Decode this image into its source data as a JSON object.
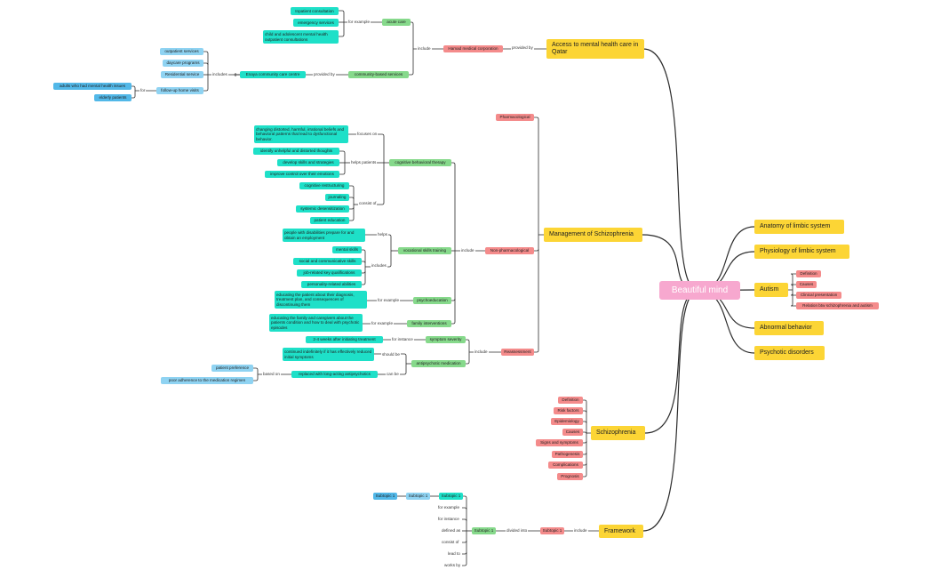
{
  "colors": {
    "edge": "#2c2c2c",
    "root": "#f7a8cf",
    "main_topic": "#fcd535",
    "red": "#f48b8b",
    "green": "#86d98b",
    "teal": "#1ee0c8",
    "light_blue": "#8fd3f2",
    "blue": "#52b8e8"
  },
  "nodes": {
    "root": "Beautiful mind",
    "access": "Access to mental health care in Qatar",
    "hamad": "Hamad medical corporation",
    "acute": "acute care",
    "inpatient": "Inpatient consultation",
    "emergency": "emergency services",
    "child": "child and adolescent mental health outpatient consultations",
    "community": "community-based services",
    "enaya": "Enaya community care centre",
    "outpatient": "outpatient services",
    "daycare": "daycare programs",
    "residential": "Residential service",
    "followup": "follow-up home visits",
    "adults": "adults who had mental health issues",
    "elderly": "elderly patients",
    "mgmt": "Management of Schizophrenia",
    "pharma": "Pharmacological",
    "nonpharma": "Non-pharmacological",
    "reassess": "Reassessment",
    "cbt": "cognitive behavioral therapy",
    "cbt_focus": "changing distorted, harmful, irrational beliefs and behavioral patterns that lead to dysfunctional behavior.",
    "identify": "identify unhelpful and distorted thoughts",
    "develop": "develop skills and strategies",
    "improve": "improve control over their emotions",
    "restructuring": "cognitive restructuring",
    "journaling": "journaling",
    "desensitization": "systemic desensitization",
    "education": "patient education",
    "vocational": "vocational skills training",
    "disab": "people with disabilities prepare for and obtain an employment",
    "mental_skills": "mental skills",
    "social": "social and communicative skills",
    "job": "job-related key qualifications",
    "personality": "personality-related abilities",
    "psychoed": "psychoeducation",
    "psychoed_ex": "educating the patient about their diagnosis, treatment plan, and consequences of discontinuing them",
    "family": "family interventions",
    "family_ex": "educating the family and caregivers about the patients condition and how to deal with psychotic episodes",
    "severity": "symptom severity",
    "weeks": "2-4 weeks after initiating treatment",
    "antipsych": "antipsychotic medication",
    "continued": "continued indefinitely if it has effectively reduced initial symptoms",
    "replaced": "replaced with long-acting antipsychotics",
    "preference": "patient preference",
    "adherence": "poor adherence to the medication regimen",
    "anatomy": "Anatomy of limbic system",
    "physiology": "Physiology of limbic system",
    "autism": "Autism",
    "aut_def": "Definition",
    "aut_causes": "Causes",
    "aut_clin": "Clinical presentation",
    "aut_rel": "Relation btw schizophrenia and autism",
    "abnormal": "Abnormal behavior",
    "psychotic": "Psychotic disorders",
    "schizo": "Schizophrenia",
    "sz_def": "Definition",
    "sz_risk": "Risk factors",
    "sz_epi": "Epidemiology",
    "sz_causes": "Causes",
    "sz_signs": "Signs and symptoms",
    "sz_path": "Pathogenesis",
    "sz_comp": "Complications",
    "sz_prog": "Prognosis",
    "framework": "Framework",
    "fw_sub_red": "Subtopic 1",
    "fw_sub_green": "Subtopic 1",
    "fw_sub_teal": "Subtopic 1",
    "fw_sub_lb": "Subtopic 1",
    "fw_sub_b": "Subtopic 1"
  },
  "labels": {
    "for_example_1": "for example",
    "include_1": "include",
    "provided_by_1": "provided by",
    "provided_by_2": "provided by",
    "includes_1": "includes",
    "for_1": "for",
    "focuses_on": "focuses on",
    "helps_patients": "helps patients",
    "consist_of_1": "consist of",
    "helps": "helps",
    "includes_2": "includes",
    "include_2": "include",
    "for_example_2": "for example",
    "for_example_3": "for example",
    "for_instance_1": "for instance",
    "should_be": "should be",
    "include_3": "include",
    "based_on": "based on",
    "can_be": "can be",
    "include_4": "include",
    "divided_into": "divided into",
    "fw_for_example": "for example",
    "fw_for_instance": "for instance",
    "fw_defined_as": "defined as",
    "fw_consist_of": "consist of",
    "fw_lead_to": "lead to",
    "fw_works_by": "works by"
  }
}
